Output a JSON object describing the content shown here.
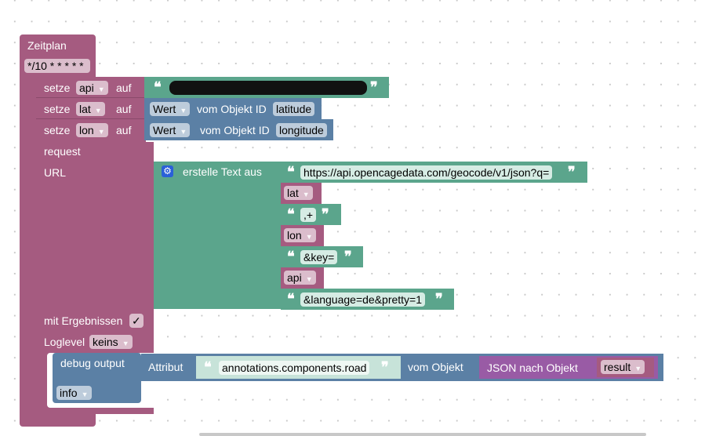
{
  "schedule": {
    "title": "Zeitplan",
    "cron": "*/10 * * * * *"
  },
  "set_blocks": [
    {
      "keyword": "setze",
      "variable": "api",
      "to": "auf",
      "value_type": "text",
      "text_value": "[redacted]"
    },
    {
      "keyword": "setze",
      "variable": "lat",
      "to": "auf",
      "value_mode": "Wert",
      "from_label": "vom Objekt ID",
      "object_id": "latitude"
    },
    {
      "keyword": "setze",
      "variable": "lon",
      "to": "auf",
      "value_mode": "Wert",
      "from_label": "vom Objekt ID",
      "object_id": "longitude"
    }
  ],
  "request": {
    "title": "request",
    "url_label": "URL",
    "join_label": "erstelle Text aus",
    "join_items": [
      {
        "type": "text",
        "value": "https://api.opencagedata.com/geocode/v1/json?q="
      },
      {
        "type": "var",
        "value": "lat"
      },
      {
        "type": "text",
        "value": ",+"
      },
      {
        "type": "var",
        "value": "lon"
      },
      {
        "type": "text",
        "value": "&key="
      },
      {
        "type": "var",
        "value": "api"
      },
      {
        "type": "text",
        "value": "&language=de&pretty=1"
      }
    ],
    "with_results_label": "mit Ergebnissen",
    "with_results_checked": true,
    "check_glyph": "✓",
    "loglevel_label": "Loglevel",
    "loglevel_value": "keins"
  },
  "debug": {
    "label": "debug output",
    "level": "info",
    "attribute_label": "Attribut",
    "attribute_value": "annotations.components.road",
    "from_object_label": "vom Objekt",
    "json_label": "JSON nach Objekt",
    "json_var": "result"
  },
  "glyphs": {
    "open_quote": "❝",
    "close_quote": "❞",
    "dropdown": "▼",
    "gear": "⚙"
  }
}
